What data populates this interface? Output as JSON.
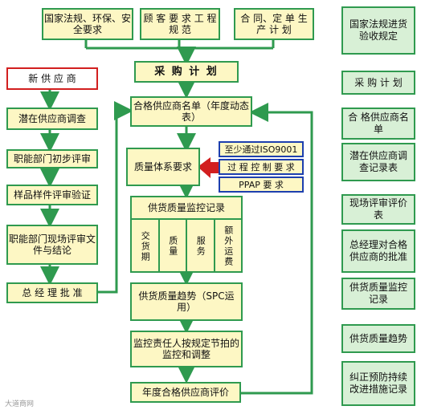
{
  "top": {
    "law": "国家法规、环保、安全要求",
    "customer": "顾 客 要 求 工 程 规 范",
    "contract": "合 同、定 单 生 产 计 划"
  },
  "main": {
    "purchase_plan": "采 购 计 划",
    "qualified_list": "合格供应商名单（年度动态表）",
    "qs_req": "质量体系要求",
    "iso": "至少通过ISO9001",
    "process": "过 程 控 制 要 求",
    "ppap": "PPAP 要 求",
    "quality_record": "供货质量监控记录",
    "cols": [
      "交货期",
      "质量",
      "服务",
      "额外运费"
    ],
    "trend": "供货质量趋势（SPC运用）",
    "monitor": "监控责任人按规定节拍的监控和调整",
    "annual_eval": "年度合格供应商评价"
  },
  "left": {
    "new_supplier": "新 供 应 商",
    "potential": "潜在供应商调查",
    "initial_review": "职能部门初步评审",
    "sample": "样品样件评审验证",
    "onsite": "职能部门现场评审文件与结论",
    "approve": "总 经 理 批 准"
  },
  "right": {
    "items": [
      "国家法规进货验收规定",
      "采 购 计 划",
      "合 格供应商名单",
      "潜在供应商调查记录表",
      "现场评审评价表",
      "总经理对合格供应商的批准",
      "供货质量监控记录",
      "供货质量趋势",
      "纠正预防持续改进措施记录"
    ]
  },
  "watermark": "大道商网",
  "colors": {
    "border": "#2f9a4f",
    "fill": "#fdf7c4",
    "side_fill": "#d8f0d6",
    "red": "#d21f1f",
    "blue": "#1d3fae"
  }
}
